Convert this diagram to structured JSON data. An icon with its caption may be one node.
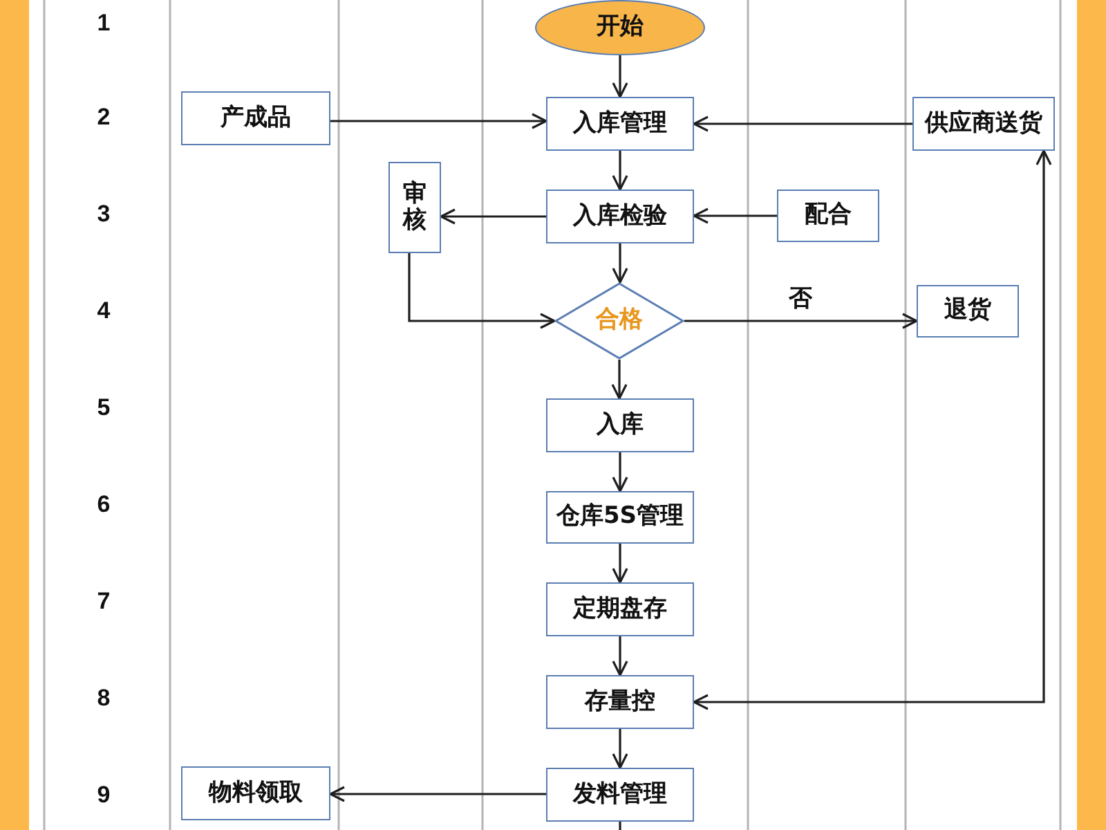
{
  "diagram": {
    "nodes": [
      {
        "text": [
          "开始"
        ]
      },
      {
        "text": [
          "产成品"
        ]
      },
      {
        "text": [
          "入库管理"
        ]
      },
      {
        "text": [
          "供应商送货"
        ]
      },
      {
        "text": [
          "审核"
        ]
      },
      {
        "text": [
          "入库检验"
        ]
      },
      {
        "text": [
          "配合"
        ]
      },
      {
        "text": [
          "合格"
        ]
      },
      {
        "text": [
          "退货"
        ]
      },
      {
        "text": [
          "入库"
        ]
      },
      {
        "text": [
          "仓库5S管理"
        ]
      },
      {
        "text": [
          "定期盘存"
        ]
      },
      {
        "text": [
          "存量控"
        ]
      },
      {
        "text": [
          "物料领取"
        ]
      },
      {
        "text": [
          "发料管理"
        ]
      }
    ],
    "edges": [
      {
        "from": 0,
        "to": 2,
        "arrow": "to"
      },
      {
        "from": 1,
        "to": 2,
        "arrow": "to"
      },
      {
        "from": 3,
        "to": 2,
        "arrow": "to"
      },
      {
        "from": 2,
        "to": 5,
        "arrow": "to"
      },
      {
        "from": 5,
        "to": 4,
        "arrow": "to"
      },
      {
        "from": 6,
        "to": 5,
        "arrow": "to"
      },
      {
        "from": 5,
        "to": 7,
        "arrow": "to"
      },
      {
        "from": 4,
        "to": 7,
        "arrow": "to"
      },
      {
        "from": 7,
        "to": 8,
        "arrow": "to",
        "label": "否"
      },
      {
        "from": 7,
        "to": 9,
        "arrow": "to"
      },
      {
        "from": 9,
        "to": 10,
        "arrow": "to"
      },
      {
        "from": 10,
        "to": 11,
        "arrow": "to"
      },
      {
        "from": 11,
        "to": 12,
        "arrow": "to"
      },
      {
        "from": 12,
        "to": 3,
        "arrow": "both"
      },
      {
        "from": 12,
        "to": 14,
        "arrow": "to"
      },
      {
        "from": 14,
        "to": 13,
        "arrow": "to"
      },
      {
        "from": 14,
        "to": null,
        "arrow": "none"
      }
    ],
    "labels": [
      "1",
      "2",
      "3",
      "4",
      "5",
      "6",
      "7",
      "8",
      "9"
    ]
  }
}
